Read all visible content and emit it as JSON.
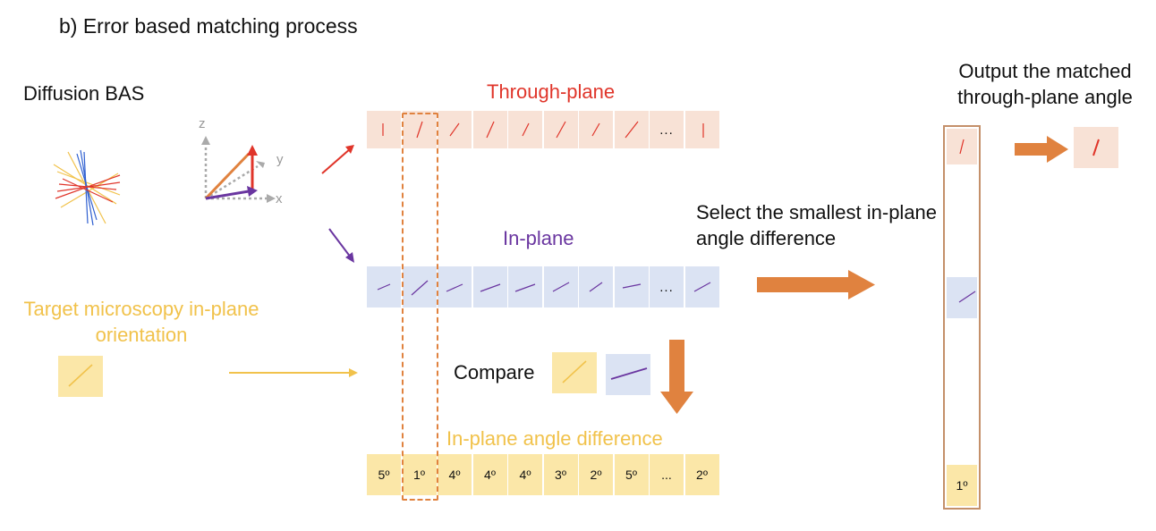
{
  "title": "b) Error based matching process",
  "bas_label": "Diffusion BAS",
  "axes": {
    "z": "z",
    "y": "y",
    "x": "x"
  },
  "through_plane_label": "Through-plane",
  "in_plane_label": "In-plane",
  "target_label": "Target microscopy in-plane orientation",
  "compare_label": "Compare",
  "diff_label": "In-plane angle difference",
  "select_label": "Select the smallest in-plane angle difference",
  "output_label": "Output the matched through-plane angle",
  "ellipsis": "...",
  "diff_values": [
    "5º",
    "1º",
    "4º",
    "4º",
    "4º",
    "3º",
    "2º",
    "5º",
    "...",
    "2º"
  ],
  "output_value": "1º",
  "colors": {
    "through": "#e0352a",
    "inplane": "#6a36a0",
    "target": "#f1c24b",
    "arrow": "#e0823f"
  }
}
